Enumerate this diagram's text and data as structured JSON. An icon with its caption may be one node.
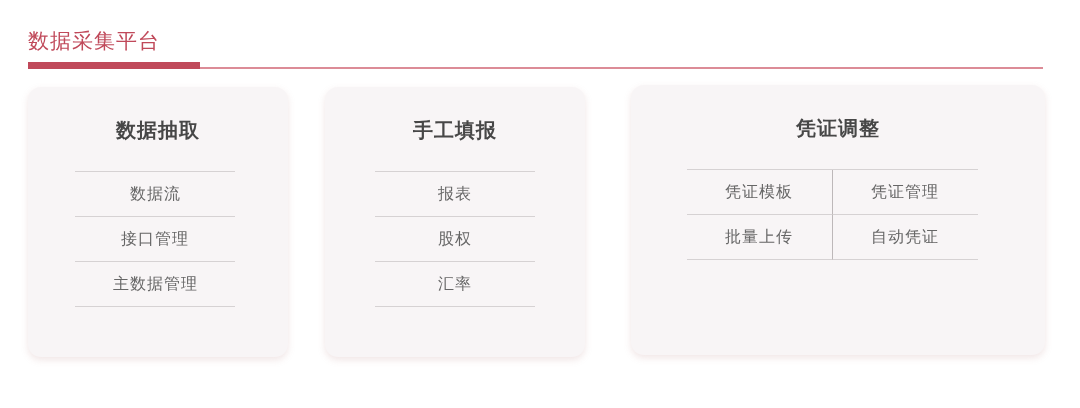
{
  "diagram": {
    "title": "数据采集平台",
    "nodes": [
      {
        "text": [
          "数据抽取"
        ]
      },
      {
        "text": [
          "数据流"
        ],
        "in": 0
      },
      {
        "text": [
          "接口管理"
        ],
        "in": 0
      },
      {
        "text": [
          "主数据管理"
        ],
        "in": 0
      },
      {
        "text": [
          "手工填报"
        ]
      },
      {
        "text": [
          "报表"
        ],
        "in": 4
      },
      {
        "text": [
          "股权"
        ],
        "in": 4
      },
      {
        "text": [
          "汇率"
        ],
        "in": 4
      },
      {
        "text": [
          "凭证调整"
        ]
      },
      {
        "text": [
          "凭证模板"
        ],
        "in": 8
      },
      {
        "text": [
          "凭证管理"
        ],
        "in": 8
      },
      {
        "text": [
          "批量上传"
        ],
        "in": 8
      },
      {
        "text": [
          "自动凭证"
        ],
        "in": 8
      }
    ]
  }
}
